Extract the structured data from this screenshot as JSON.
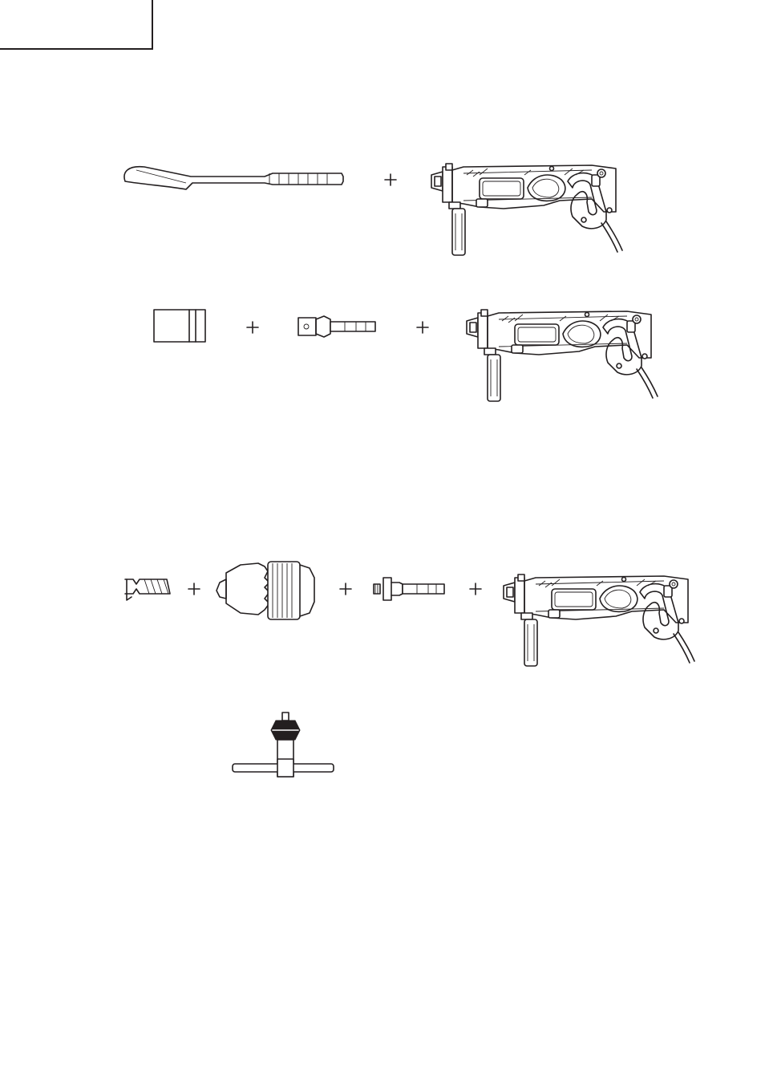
{
  "page": {
    "header_box": ""
  },
  "figures": [
    {
      "row": 1,
      "items": [
        "chisel-icon",
        "plus-icon",
        "rotary-hammer-icon"
      ]
    },
    {
      "row": 2,
      "items": [
        "socket-icon",
        "plus-icon",
        "socket-adapter-icon",
        "plus-icon",
        "rotary-hammer-icon"
      ]
    },
    {
      "row": 3,
      "items": [
        "drill-bit-icon",
        "plus-icon",
        "drill-chuck-icon",
        "plus-icon",
        "chuck-adapter-icon",
        "plus-icon",
        "rotary-hammer-icon"
      ]
    },
    {
      "row": 4,
      "items": [
        "chuck-key-icon"
      ]
    }
  ],
  "colors": {
    "ink": "#231f20",
    "paper": "#ffffff"
  }
}
